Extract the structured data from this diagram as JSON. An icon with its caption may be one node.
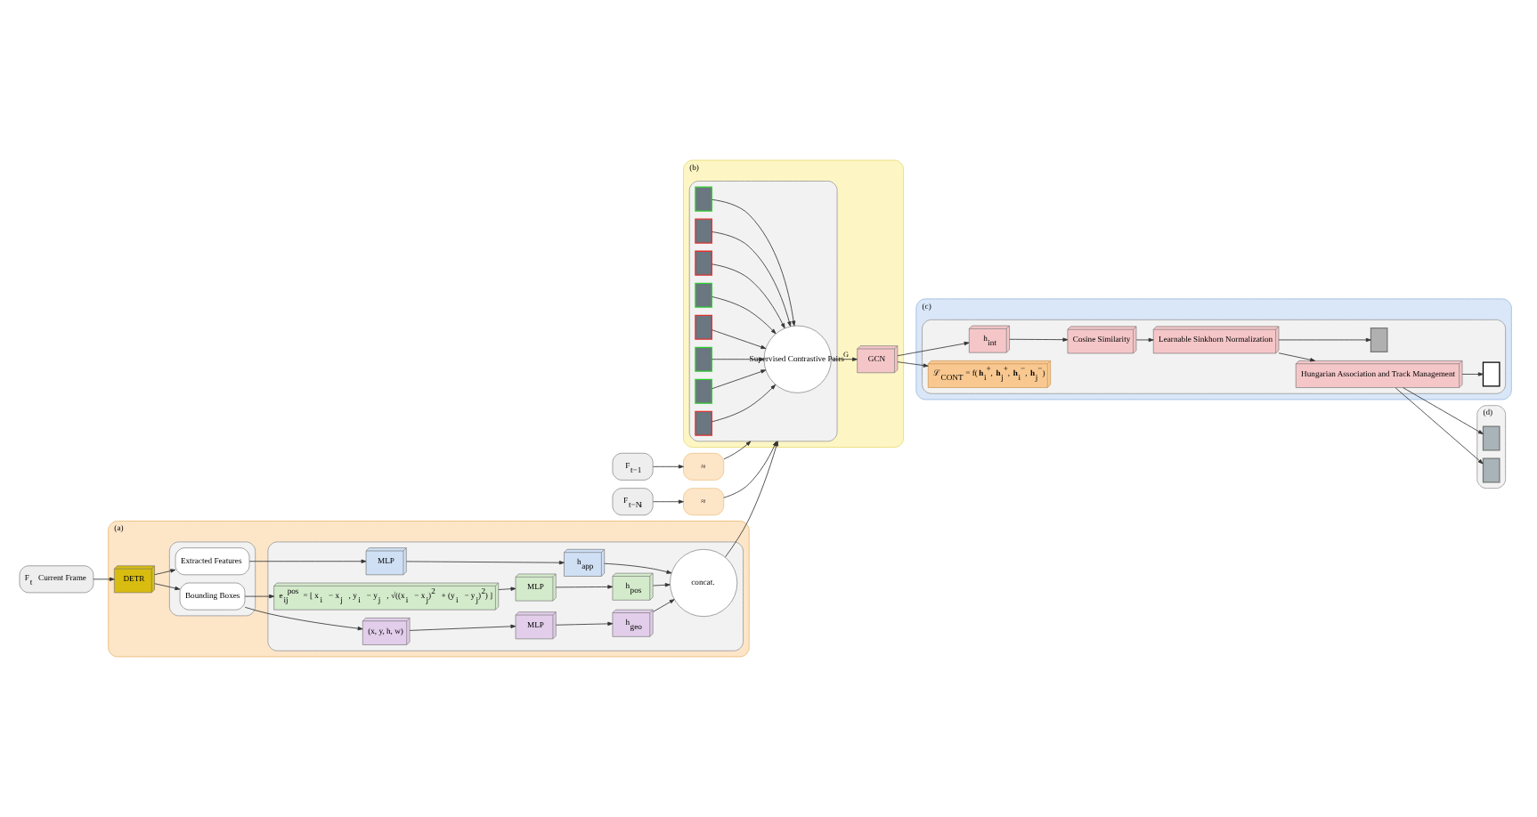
{
  "diagram": {
    "nodes": [
      {
        "text": [
          "(a)"
        ]
      },
      {
        "text": [
          "F$_{t}$ Current Frame"
        ]
      },
      {
        "text": [
          "DETR"
        ],
        "in": 0
      },
      {
        "text": [],
        "shape": "box",
        "in": 0
      },
      {
        "text": [
          "Bounding Boxes"
        ],
        "in": 3
      },
      {
        "text": [
          "Extracted Features"
        ],
        "in": 3
      },
      {
        "text": [],
        "shape": "box",
        "in": 0
      },
      {
        "text": [
          "(x, y, h, w)"
        ],
        "in": 6
      },
      {
        "text": [
          "e$_{ij}$$^{pos}$ = [ x$_{i}$ − x$_{j}$ , y$_{i}$ − y$_{j}$ , √((x$_{i}$ − x$_{j}$)$^{2}$ + (y$_{i}$ − y$_{j}$)$^{2}$) ]"
        ],
        "in": 6
      },
      {
        "text": [
          "MLP"
        ],
        "in": 6
      },
      {
        "text": [
          "h$_{geo}$"
        ],
        "in": 6
      },
      {
        "text": [
          "MLP"
        ],
        "in": 6
      },
      {
        "text": [
          "h$_{pos}$"
        ],
        "in": 6
      },
      {
        "text": [
          "MLP"
        ],
        "in": 6
      },
      {
        "text": [
          "h$_{app}$"
        ],
        "in": 6
      },
      {
        "text": [
          "concat."
        ],
        "in": 6
      },
      {
        "text": [
          "(b)"
        ]
      },
      {
        "text": [],
        "shape": "box",
        "in": 16
      },
      {
        "text": [
          "Supervised Contrastive Pairs"
        ],
        "in": 17
      },
      {
        "text": [],
        "shape": "box",
        "in": 17
      },
      {
        "text": [],
        "shape": "box",
        "in": 17
      },
      {
        "text": [],
        "shape": "box",
        "in": 17
      },
      {
        "text": [],
        "shape": "box",
        "in": 17
      },
      {
        "text": [],
        "shape": "box",
        "in": 17
      },
      {
        "text": [],
        "shape": "box",
        "in": 17
      },
      {
        "text": [],
        "shape": "box",
        "in": 17
      },
      {
        "text": [],
        "shape": "box",
        "in": 17
      },
      {
        "text": [
          "GCN"
        ],
        "in": 16
      },
      {
        "text": [
          "F$_{t−1}$"
        ]
      },
      {
        "text": [
          "≈"
        ]
      },
      {
        "text": [
          "F$_{t−N}$$_{i}$"
        ]
      },
      {
        "text": [
          "≈"
        ]
      },
      {
        "text": [
          "(c)"
        ]
      },
      {
        "text": [],
        "shape": "box",
        "in": 32
      },
      {
        "text": [
          "h$_{int}$"
        ],
        "in": 33
      },
      {
        "text": [
          "Cosine Similarity"
        ],
        "in": 33
      },
      {
        "text": [
          "Learnable Sinkhorn Normalization"
        ],
        "in": 33
      },
      {
        "text": [
          "Hungarian Association and Track Management"
        ],
        "in": 33
      },
      {
        "text": [
          "ℒ$_{CONT}$ = f(**h**$_{i}$$^{+}$, **h**$_{j}$$^{+}$, **h**$_{i}$$^{−}$, **h**$_{j}$$^{−}$)"
        ],
        "in": 33
      },
      {
        "text": [],
        "shape": "box",
        "in": 33
      },
      {
        "text": [],
        "shape": "box",
        "in": 33
      },
      {
        "text": [
          "(d)"
        ]
      },
      {
        "text": [],
        "shape": "box",
        "in": 41
      },
      {
        "text": [],
        "shape": "box",
        "in": 41
      }
    ],
    "edges": [
      {
        "from": 1,
        "to": 2,
        "arrow": "to"
      },
      {
        "from": 2,
        "to": 4,
        "arrow": "to"
      },
      {
        "from": 2,
        "to": 5,
        "arrow": "to"
      },
      {
        "from": 4,
        "to": 7,
        "arrow": "to"
      },
      {
        "from": 4,
        "to": 8,
        "arrow": "to"
      },
      {
        "from": 5,
        "to": 13,
        "arrow": "to"
      },
      {
        "from": 7,
        "to": 9,
        "arrow": "to"
      },
      {
        "from": 9,
        "to": 10,
        "arrow": "to"
      },
      {
        "from": 10,
        "to": 15,
        "arrow": "to"
      },
      {
        "from": 8,
        "to": 11,
        "arrow": "to"
      },
      {
        "from": 11,
        "to": 12,
        "arrow": "to"
      },
      {
        "from": 12,
        "to": 15,
        "arrow": "to"
      },
      {
        "from": 13,
        "to": 14,
        "arrow": "to"
      },
      {
        "from": 14,
        "to": 15,
        "arrow": "to"
      },
      {
        "from": 15,
        "to": 17,
        "arrow": "to"
      },
      {
        "from": 28,
        "to": 29,
        "arrow": "to"
      },
      {
        "from": 29,
        "to": 17,
        "arrow": "to"
      },
      {
        "from": 30,
        "to": 31,
        "arrow": "to"
      },
      {
        "from": 31,
        "to": 17,
        "arrow": "to"
      },
      {
        "from": 19,
        "to": 18,
        "arrow": "to"
      },
      {
        "from": 20,
        "to": 18,
        "arrow": "to"
      },
      {
        "from": 21,
        "to": 18,
        "arrow": "to"
      },
      {
        "from": 22,
        "to": 18,
        "arrow": "to"
      },
      {
        "from": 23,
        "to": 18,
        "arrow": "to"
      },
      {
        "from": 24,
        "to": 18,
        "arrow": "to"
      },
      {
        "from": 25,
        "to": 18,
        "arrow": "to"
      },
      {
        "from": 26,
        "to": 18,
        "arrow": "to"
      },
      {
        "from": 18,
        "to": 27,
        "label": "G",
        "arrow": "to"
      },
      {
        "from": 27,
        "to": 34,
        "arrow": "to"
      },
      {
        "from": 27,
        "to": 38,
        "arrow": "to"
      },
      {
        "from": 34,
        "to": 35,
        "arrow": "to"
      },
      {
        "from": 35,
        "to": 36,
        "arrow": "to"
      },
      {
        "from": 36,
        "to": 37,
        "arrow": "to"
      },
      {
        "from": 36,
        "to": 39,
        "arrow": "to"
      },
      {
        "from": 37,
        "to": 40,
        "arrow": "to"
      },
      {
        "from": 37,
        "to": 42,
        "arrow": "to"
      },
      {
        "from": 37,
        "to": 43,
        "arrow": "to"
      }
    ]
  }
}
